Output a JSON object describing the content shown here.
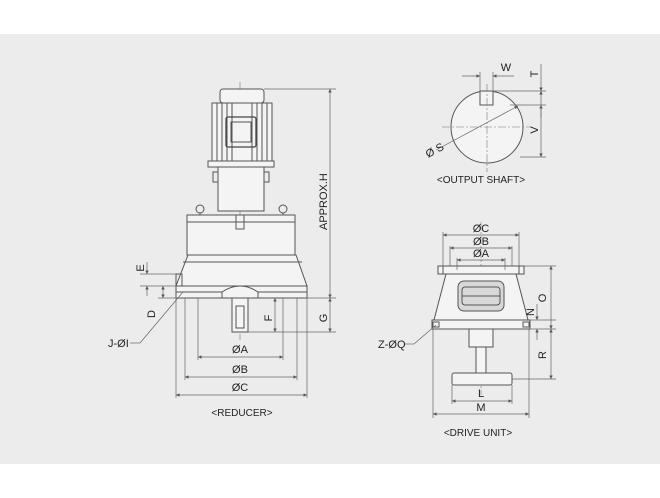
{
  "reducer": {
    "caption": "<REDUCER>",
    "approx_h": "APPROX.H",
    "e": "E",
    "d": "D",
    "f": "F",
    "g": "G",
    "ji": "J-ØI",
    "oa": "ØA",
    "ob": "ØB",
    "oc": "ØC"
  },
  "output_shaft": {
    "caption": "<OUTPUT SHAFT>",
    "w": "W",
    "t": "T",
    "v": "V",
    "s": "Ø S"
  },
  "drive_unit": {
    "caption": "<DRIVE UNIT>",
    "oc": "ØC",
    "ob": "ØB",
    "oa": "ØA",
    "o": "O",
    "n": "N",
    "r": "R",
    "zq": "Z-ØQ",
    "l": "L",
    "m": "M"
  }
}
